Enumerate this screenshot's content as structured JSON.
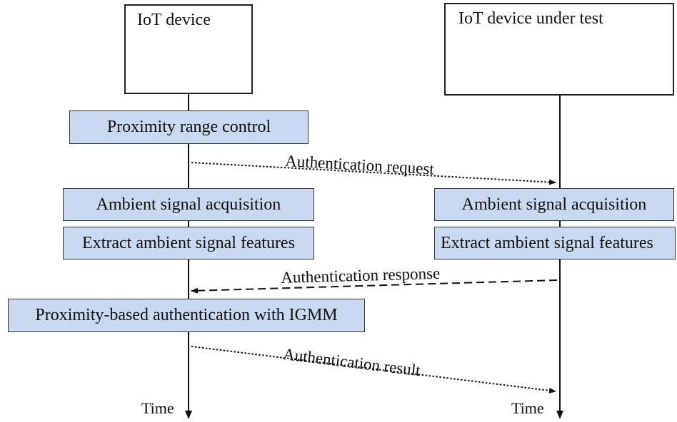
{
  "actors": {
    "left": {
      "title": "IoT device",
      "icon": "iot-devices-icon"
    },
    "right": {
      "title": "IoT device under test",
      "icons": [
        "iot-devices-icon",
        "attacker-icon",
        "red-laptop-icon"
      ]
    }
  },
  "steps": {
    "proximity_control": "Proximity range control",
    "left_acquisition": "Ambient signal acquisition",
    "left_extract": "Extract ambient signal features",
    "right_acquisition": "Ambient signal acquisition",
    "right_extract": "Extract ambient signal features",
    "authentication": "Proximity-based authentication with IGMM"
  },
  "messages": {
    "request": "Authentication request",
    "response": "Authentication response",
    "result": "Authentication result"
  },
  "time": {
    "left": "Time",
    "right": "Time"
  },
  "colors": {
    "step_fill": "#c9d9ef",
    "device_blue": "#3e8fd0",
    "laptop_red": "#e01414"
  }
}
